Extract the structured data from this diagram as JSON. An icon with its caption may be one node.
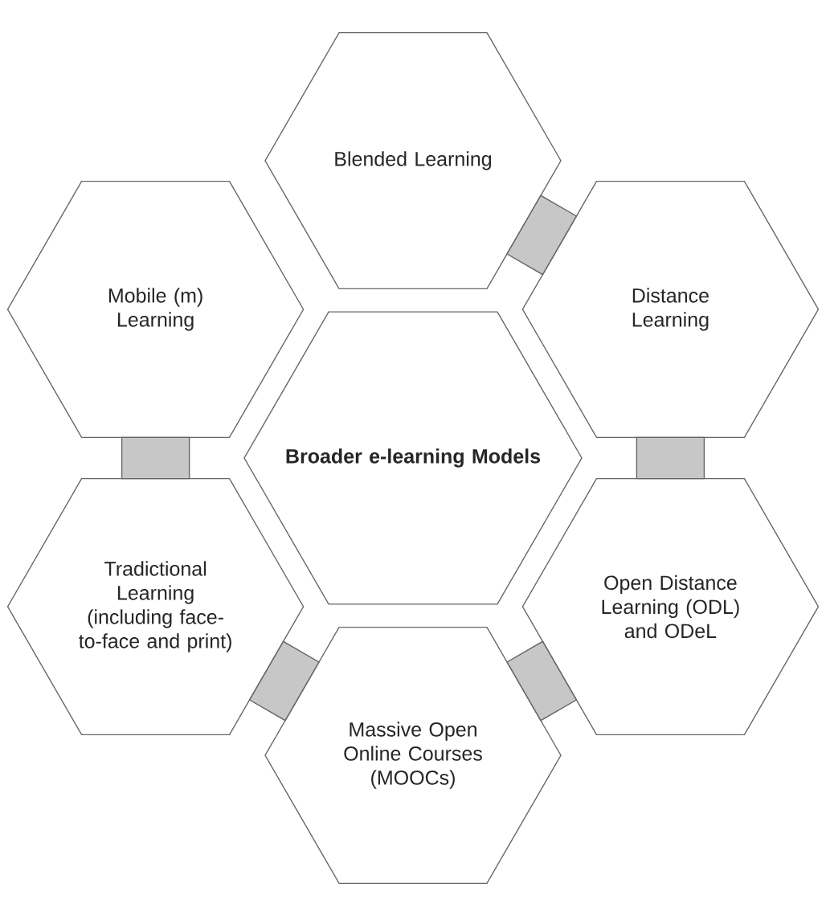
{
  "diagram": {
    "nodes": [
      {
        "text": [
          "Blended Learning"
        ]
      },
      {
        "text": [
          "Mobile (m) Learning"
        ]
      },
      {
        "text": [
          "Distance Learning"
        ]
      },
      {
        "text": [
          "Broader e-learning Models"
        ]
      },
      {
        "text": [
          "Tradictional Learning (including face-to-face and print)"
        ]
      },
      {
        "text": [
          "Open Distance Learning (ODL) and ODeL"
        ]
      },
      {
        "text": [
          "Massive Open Online Courses (MOOCs)"
        ]
      }
    ],
    "edges": [
      {
        "from": 0,
        "to": 2,
        "arrow": "none"
      },
      {
        "from": 1,
        "to": 4,
        "arrow": "none"
      },
      {
        "from": 2,
        "to": 5,
        "arrow": "none"
      },
      {
        "from": 4,
        "to": 6,
        "arrow": "none"
      },
      {
        "from": 6,
        "to": 5,
        "arrow": "none"
      }
    ]
  }
}
